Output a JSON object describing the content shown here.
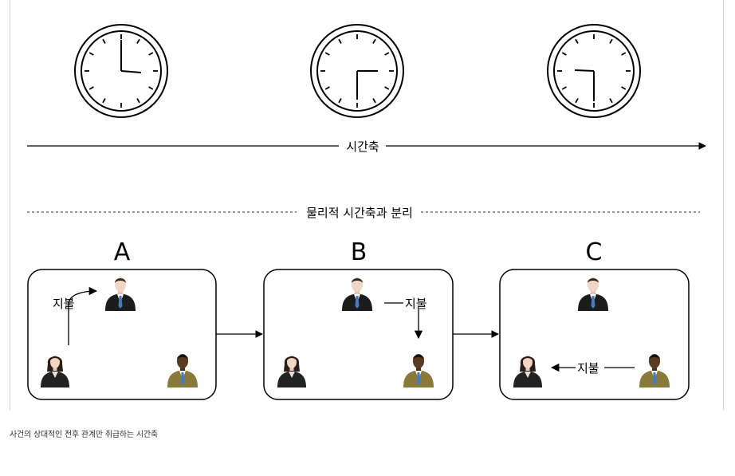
{
  "diagram": {
    "timeline_label": "시간축",
    "separator_label": "물리적 시간축과 분리",
    "panels": [
      {
        "title": "A",
        "payment_label": "지불"
      },
      {
        "title": "B",
        "payment_label": "지불"
      },
      {
        "title": "C",
        "payment_label": "지불"
      }
    ],
    "colors": {
      "stroke": "#000000",
      "separator": "#555555",
      "suit_dark": "#1a1a1a",
      "suit_olive": "#8a7a3a",
      "skin_light": "#f2d6c4",
      "skin_dark": "#5a3a22",
      "tie_blue": "#4a78b8"
    }
  },
  "caption": "사건의 상대적인 전후 관계만 취급하는 시간축"
}
